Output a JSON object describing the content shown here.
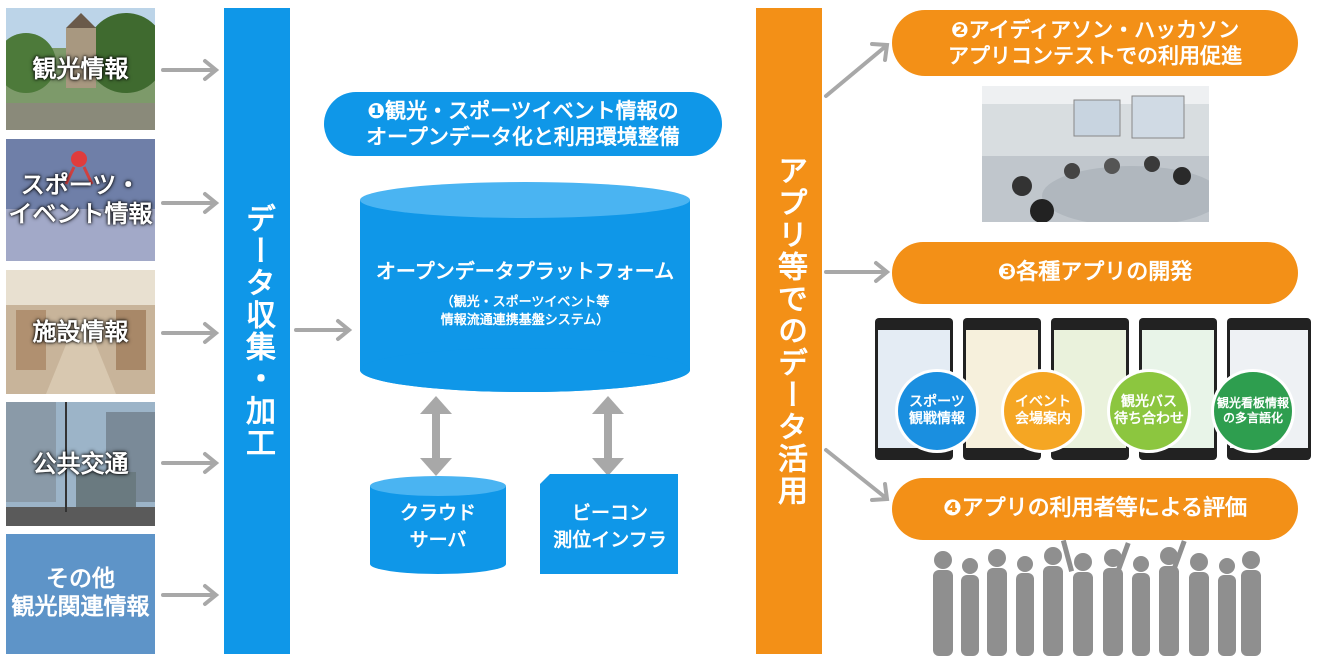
{
  "left_sources": [
    {
      "label": "観光情報"
    },
    {
      "label": "スポーツ・\nイベント情報"
    },
    {
      "label": "施設情報"
    },
    {
      "label": "公共交通"
    },
    {
      "label": "その他\n観光関連情報"
    }
  ],
  "collect_bar": {
    "label": "データ収集・加工"
  },
  "section1": {
    "title": "❶観光・スポーツイベント情報の\nオープンデータ化と利用環境整備"
  },
  "platform": {
    "title": "オープンデータプラットフォーム",
    "subtitle": "（観光・スポーツイベント等\n情報流通連携基盤システム）"
  },
  "cloud": {
    "label": "クラウド\nサーバ"
  },
  "beacon": {
    "label": "ビーコン\n測位インフラ"
  },
  "use_bar": {
    "label": "アプリ等でのデータ活用"
  },
  "section2": {
    "title": "❷アイディアソン・ハッカソン\nアプリコンテストでの利用促進"
  },
  "section3": {
    "title": "❸各種アプリの開発"
  },
  "section4": {
    "title": "❹アプリの利用者等による評価"
  },
  "apps": [
    {
      "label": "スポーツ\n観戦情報",
      "color": "#1a8fe0"
    },
    {
      "label": "イベント\n会場案内",
      "color": "#f5a623"
    },
    {
      "label": "観光バス\n待ち合わせ",
      "color": "#8cc63f"
    },
    {
      "label": "観光看板情報\nの多言語化",
      "color": "#2e9e4f"
    }
  ],
  "colors": {
    "blue": "#0f97e8",
    "orange": "#f39017",
    "arrow": "#a8a8a8"
  }
}
